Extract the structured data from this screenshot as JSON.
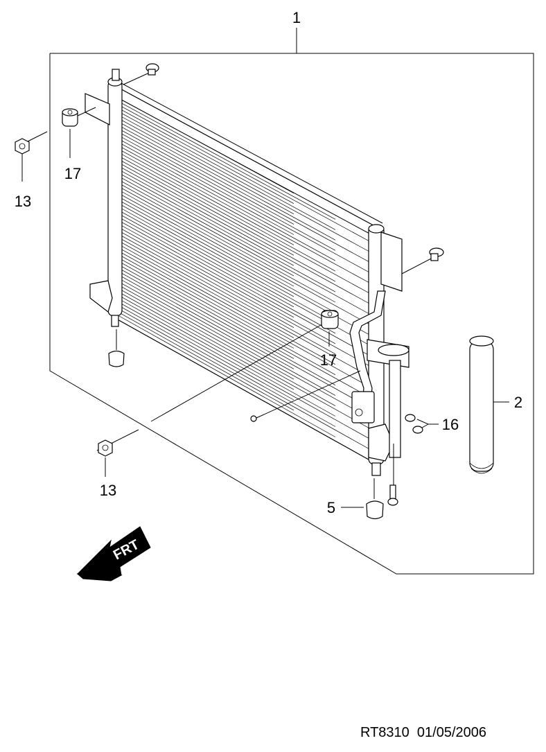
{
  "callouts": {
    "condenser_assembly": "1",
    "receiver_drier": "2",
    "insulator_lower": "5",
    "nut_upper_left": "13",
    "nut_lower_left": "13",
    "bolt_pair": "16",
    "bushing_upper": "17",
    "bushing_middle": "17"
  },
  "direction_marker": {
    "label": "FRT"
  },
  "document_reference": "RT8310  01/05/2006"
}
